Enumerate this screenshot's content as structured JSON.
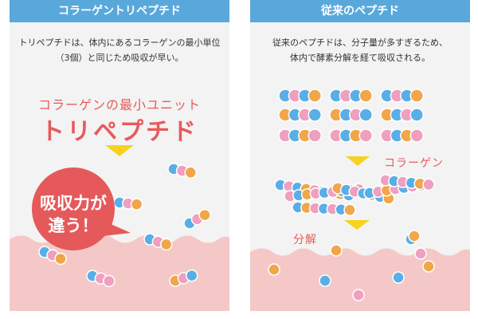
{
  "left": {
    "header": "コラーゲントリペプチド",
    "desc_line1": "トリペプチドは、体内にあるコラーゲンの最小単位",
    "desc_line2": "（3個）と同じため吸収が早い。",
    "sub_title": "コラーゲンの最小ユニット",
    "big_title": "トリペプチド",
    "badge_line1": "吸収力が",
    "badge_line2": "違う！"
  },
  "right": {
    "header": "従来のペプチド",
    "desc_line1": "従来のペプチドは、分子量が多すぎるため、",
    "desc_line2": "体内で酵素分解を経て吸収される。",
    "label_collagen": "コラーゲン",
    "label_bunkai": "分解"
  },
  "colors": {
    "header_bg": "#59a8dc",
    "accent_red": "#e85a5a",
    "arrow_yellow": "#f7d21f",
    "skin": "#f4c8c6",
    "bead_blue": "#5aaee6",
    "bead_pink": "#ef9fbf",
    "bead_orange": "#f1a64a"
  }
}
